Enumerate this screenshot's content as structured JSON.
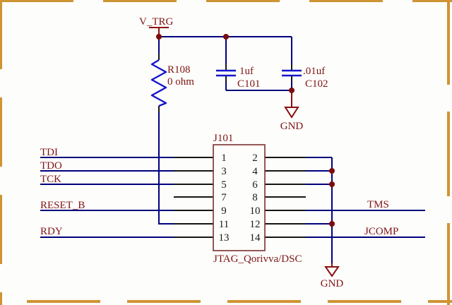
{
  "diagram_type": "circuit-schematic",
  "colors": {
    "wire": "#00007d",
    "component_body": "#1515cd",
    "label_text": "#7d1414",
    "power_ground_symbol": "#8a0f0f",
    "junction_dot": "#7c0b0b",
    "pin_number_text": "#1a1a1a",
    "connector_outline": "#7a3030",
    "page_border": "#cf9434"
  },
  "power_rail": {
    "net_label": "V_TRG"
  },
  "resistor": {
    "ref": "R108",
    "value": "0 ohm"
  },
  "capacitors": [
    {
      "ref": "C101",
      "value": "1uf"
    },
    {
      "ref": "C102",
      "value": ".01uf"
    }
  ],
  "ground_labels": [
    "GND",
    "GND"
  ],
  "connector": {
    "ref": "J101",
    "part_name": "JTAG_Qorivva/DSC",
    "pins_left": [
      "1",
      "3",
      "5",
      "7",
      "9",
      "11",
      "13"
    ],
    "pins_right": [
      "2",
      "4",
      "6",
      "8",
      "10",
      "12",
      "14"
    ]
  },
  "left_nets": [
    "TDI",
    "TDO",
    "TCK",
    "RESET_B",
    "RDY"
  ],
  "right_nets": [
    "TMS",
    "JCOMP"
  ]
}
